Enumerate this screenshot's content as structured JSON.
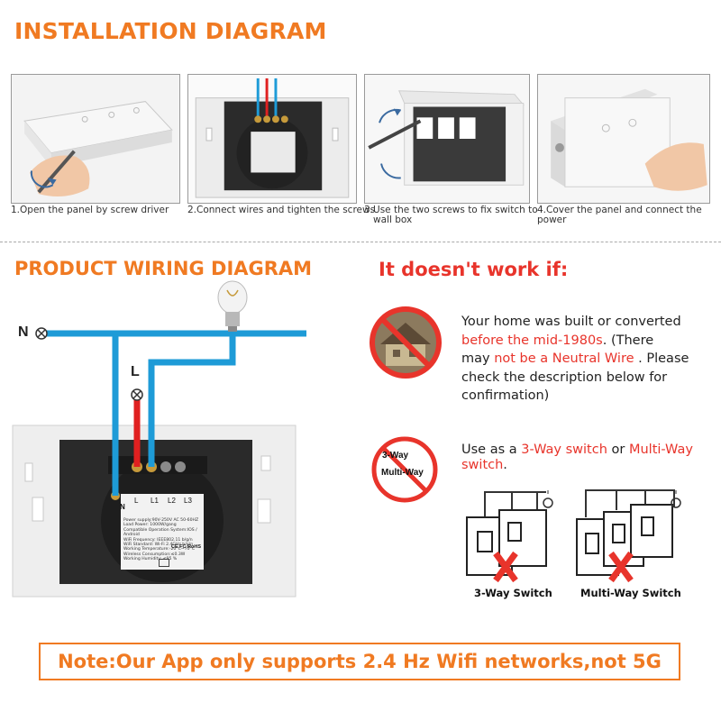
{
  "installation": {
    "title": "INSTALLATION DIAGRAM",
    "steps": [
      {
        "caption": "1.Open the panel by screw driver"
      },
      {
        "caption": "2.Connect wires and tighten the screws"
      },
      {
        "caption_line1": "3.Use the two screws to fix switch to",
        "caption_line2": "wall box"
      },
      {
        "caption": "4.Cover the panel and connect the power"
      }
    ]
  },
  "wiring": {
    "title": "PRODUCT WIRING DIAGRAM",
    "neutral_label": "N",
    "live_label": "L",
    "terminals": [
      "N",
      "L",
      "L1",
      "L2",
      "L3"
    ],
    "spec_lines": [
      "Power supply:90V-250V AC  50-60HZ",
      "Load Power: 1000W/gang",
      "Compatible Operation System:IOS / Android",
      "WiFi Frequency: IEEE802.11 b/g/n",
      "WiFi Standard: Wi-Fi 2.4GHz b/g/n",
      "Working Temperature:-20°C~70°C",
      "Wireless Consumption:≤0.3W",
      "Working Humidity: ≤95 %"
    ],
    "cert_mark": "CE FC RoHS",
    "colors": {
      "neutral_wire": "#1e9bd7",
      "live_wire": "#e02020"
    }
  },
  "not_work": {
    "title": "It doesn't work if:",
    "item1": {
      "line1": "Your home was built or converted",
      "line2_red": "before the mid-1980s",
      "line2_rest": ". (There",
      "line3_pre": "may ",
      "line3_red": "not be a  Neutral Wire",
      "line3_post": " . Please",
      "line4": "check the description below for",
      "line5": "confirmation)"
    },
    "badge_line1": "3-Way",
    "badge_line2": "Multi-Way",
    "item2": {
      "pre": "Use as a ",
      "red1": "3-Way switch",
      "mid": " or ",
      "red2": "Multi-Way",
      "line2_red": "switch",
      "line2_post": "."
    },
    "switch_labels": [
      "3-Way Switch",
      "Multi-Way Switch"
    ]
  },
  "note": {
    "text": "Note:Our App only supports 2.4 Hz Wifi networks,not 5G"
  }
}
